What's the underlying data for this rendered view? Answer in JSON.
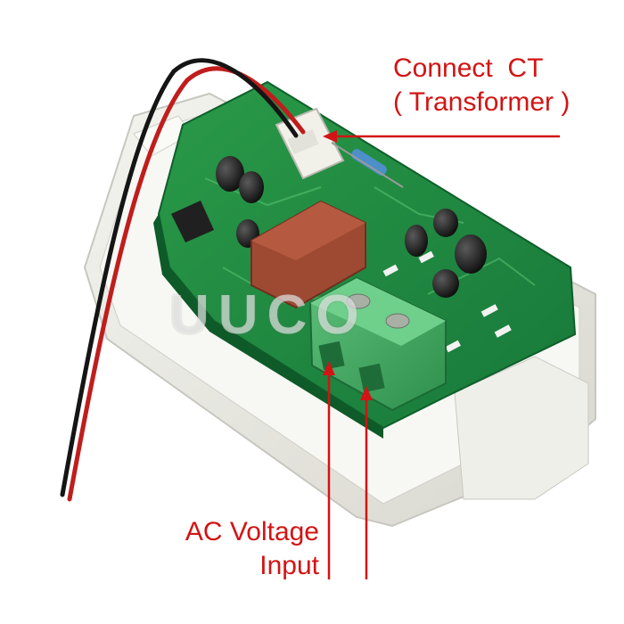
{
  "labels": {
    "ct_line1": "Connect  CT",
    "ct_line2": "( Transformer )",
    "ac_line1": "AC Voltage",
    "ac_line2": "Input"
  },
  "watermark": "UUCO",
  "colors": {
    "annotation_red": "#d21414",
    "pcb_green": "#1f8a3c",
    "terminal_green": "#3aa35a",
    "case_white": "#ecece6"
  }
}
